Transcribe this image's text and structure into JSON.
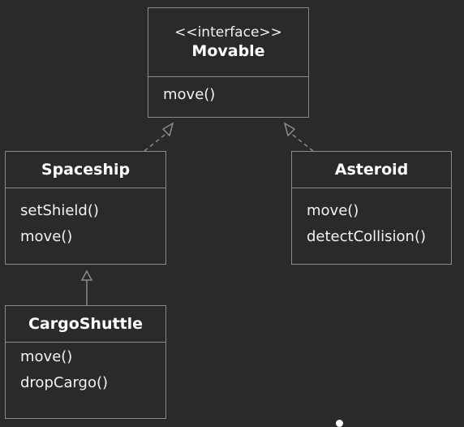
{
  "diagram": {
    "background": "#2a2a2a",
    "line_color": "#8a8a8a",
    "classes": [
      {
        "id": "movable",
        "stereotype": "<<interface>>",
        "name": "Movable",
        "methods": [
          "move()"
        ]
      },
      {
        "id": "spaceship",
        "stereotype": "",
        "name": "Spaceship",
        "methods": [
          "setShield()",
          "move()"
        ]
      },
      {
        "id": "asteroid",
        "stereotype": "",
        "name": "Asteroid",
        "methods": [
          "move()",
          "detectCollision()"
        ]
      },
      {
        "id": "cargoshuttle",
        "stereotype": "",
        "name": "CargoShuttle",
        "methods": [
          "move()",
          "dropCargo()"
        ]
      }
    ],
    "relationships": [
      {
        "from": "Spaceship",
        "to": "Movable",
        "kind": "realization"
      },
      {
        "from": "Asteroid",
        "to": "Movable",
        "kind": "realization"
      },
      {
        "from": "CargoShuttle",
        "to": "Spaceship",
        "kind": "generalization"
      }
    ]
  }
}
